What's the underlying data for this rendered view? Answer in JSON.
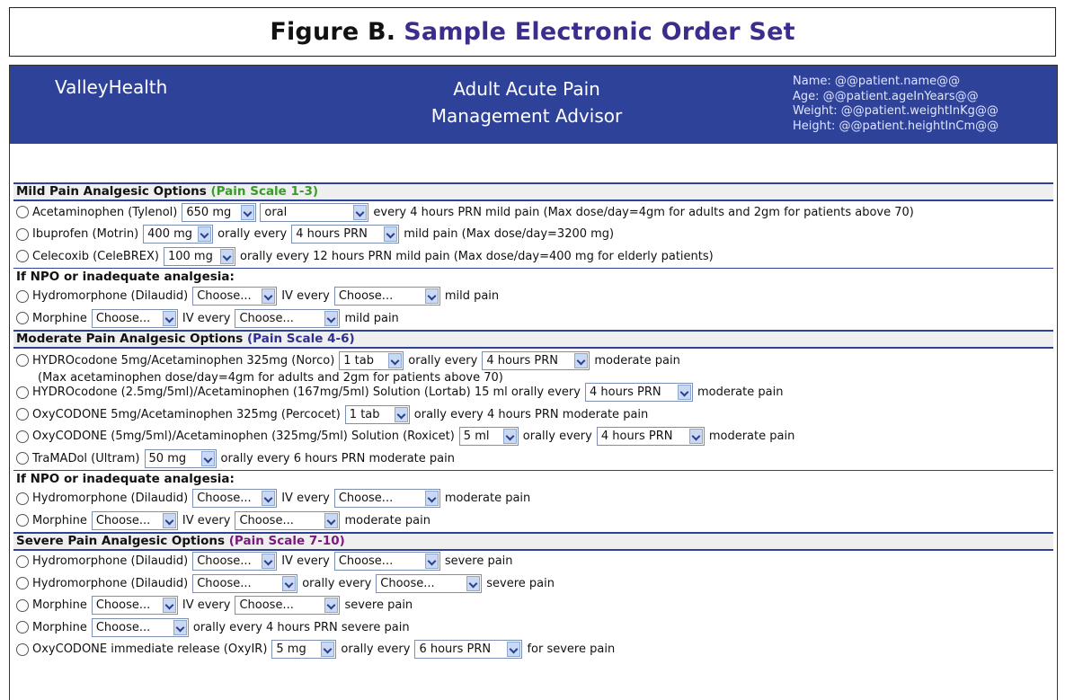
{
  "figure": {
    "label": "Figure B.",
    "title": "Sample Electronic Order Set"
  },
  "header": {
    "brand": "ValleyHealth",
    "title_line1": "Adult Acute Pain",
    "title_line2": "Management Advisor",
    "patient_name": "Name: @@patient.name@@",
    "patient_age": "Age: @@patient.ageInYears@@",
    "patient_weight": "Weight: @@patient.weightInKg@@",
    "patient_height": "Height: @@patient.heightInCm@@"
  },
  "colors": {
    "header_bg": "#2f429a",
    "mild_scale": "#3a9a2a",
    "moderate_scale": "#2f2f8f",
    "severe_scale": "#7a1a7a"
  },
  "mild": {
    "heading": "Mild Pain Analgesic Options",
    "scale": "(Pain Scale 1-3)",
    "acet_label": "Acetaminophen (Tylenol)",
    "acet_dose": "650 mg",
    "acet_route": "oral",
    "acet_tail": "every 4 hours PRN mild pain (Max dose/day=4gm for adults and 2gm for patients above 70)",
    "ibu_label": "Ibuprofen (Motrin)",
    "ibu_dose": "400 mg",
    "ibu_mid": "orally every",
    "ibu_freq": "4 hours PRN",
    "ibu_tail": "mild pain (Max dose/day=3200 mg)",
    "cele_label": "Celecoxib (CeleBREX)",
    "cele_dose": "100 mg",
    "cele_tail": "orally every 12 hours PRN mild pain (Max dose/day=400 mg for elderly patients)",
    "npo_heading": "If NPO or inadequate analgesia:",
    "hydro_label": "Hydromorphone (Dilaudid)",
    "hydro_dose": "Choose...",
    "hydro_mid": "IV every",
    "hydro_freq": "Choose...",
    "hydro_tail": "mild pain",
    "morph_label": "Morphine",
    "morph_dose": "Choose...",
    "morph_mid": "IV every",
    "morph_freq": "Choose...",
    "morph_tail": "mild pain"
  },
  "moderate": {
    "heading": "Moderate Pain Analgesic Options",
    "scale": "(Pain Scale 4-6)",
    "norco_label": "HYDROcodone 5mg/Acetaminophen 325mg (Norco)",
    "norco_dose": "1 tab",
    "norco_mid": "orally every",
    "norco_freq": "4 hours PRN",
    "norco_tail": "moderate pain",
    "norco_note": "(Max acetaminophen dose/day=4gm for adults and 2gm for patients above 70)",
    "lortab_label": "HYDROcodone (2.5mg/5ml)/Acetaminophen (167mg/5ml) Solution (Lortab) 15 ml orally every",
    "lortab_freq": "4 hours PRN",
    "lortab_tail": "moderate pain",
    "percocet_label": "OxyCODONE 5mg/Acetaminophen 325mg (Percocet)",
    "percocet_dose": "1 tab",
    "percocet_tail": "orally every 4 hours PRN moderate pain",
    "roxicet_label": "OxyCODONE (5mg/5ml)/Acetaminophen (325mg/5ml) Solution (Roxicet)",
    "roxicet_dose": "5 ml",
    "roxicet_mid": "orally every",
    "roxicet_freq": "4 hours PRN",
    "roxicet_tail": "moderate pain",
    "tramadol_label": "TraMADol (Ultram)",
    "tramadol_dose": "50 mg",
    "tramadol_tail": "orally every 6 hours PRN moderate pain",
    "npo_heading": "If NPO or inadequate analgesia:",
    "hydro_label": "Hydromorphone (Dilaudid)",
    "hydro_dose": "Choose...",
    "hydro_mid": "IV every",
    "hydro_freq": "Choose...",
    "hydro_tail": "moderate pain",
    "morph_label": "Morphine",
    "morph_dose": "Choose...",
    "morph_mid": "IV every",
    "morph_freq": "Choose...",
    "morph_tail": "moderate pain"
  },
  "severe": {
    "heading": "Severe Pain Analgesic Options",
    "scale": "(Pain Scale 7-10)",
    "hydro_iv_label": "Hydromorphone (Dilaudid)",
    "hydro_iv_dose": "Choose...",
    "hydro_iv_mid": "IV every",
    "hydro_iv_freq": "Choose...",
    "hydro_iv_tail": "severe pain",
    "hydro_po_label": "Hydromorphone (Dilaudid)",
    "hydro_po_dose": "Choose...",
    "hydro_po_mid": "orally every",
    "hydro_po_freq": "Choose...",
    "hydro_po_tail": "severe pain",
    "morph_iv_label": "Morphine",
    "morph_iv_dose": "Choose...",
    "morph_iv_mid": "IV every",
    "morph_iv_freq": "Choose...",
    "morph_iv_tail": "severe pain",
    "morph_po_label": "Morphine",
    "morph_po_dose": "Choose...",
    "morph_po_tail": "orally every 4 hours PRN severe pain",
    "oxyir_label": "OxyCODONE immediate release (OxyIR)",
    "oxyir_dose": "5 mg",
    "oxyir_mid": "orally every",
    "oxyir_freq": "6 hours PRN",
    "oxyir_tail": "for severe pain"
  }
}
